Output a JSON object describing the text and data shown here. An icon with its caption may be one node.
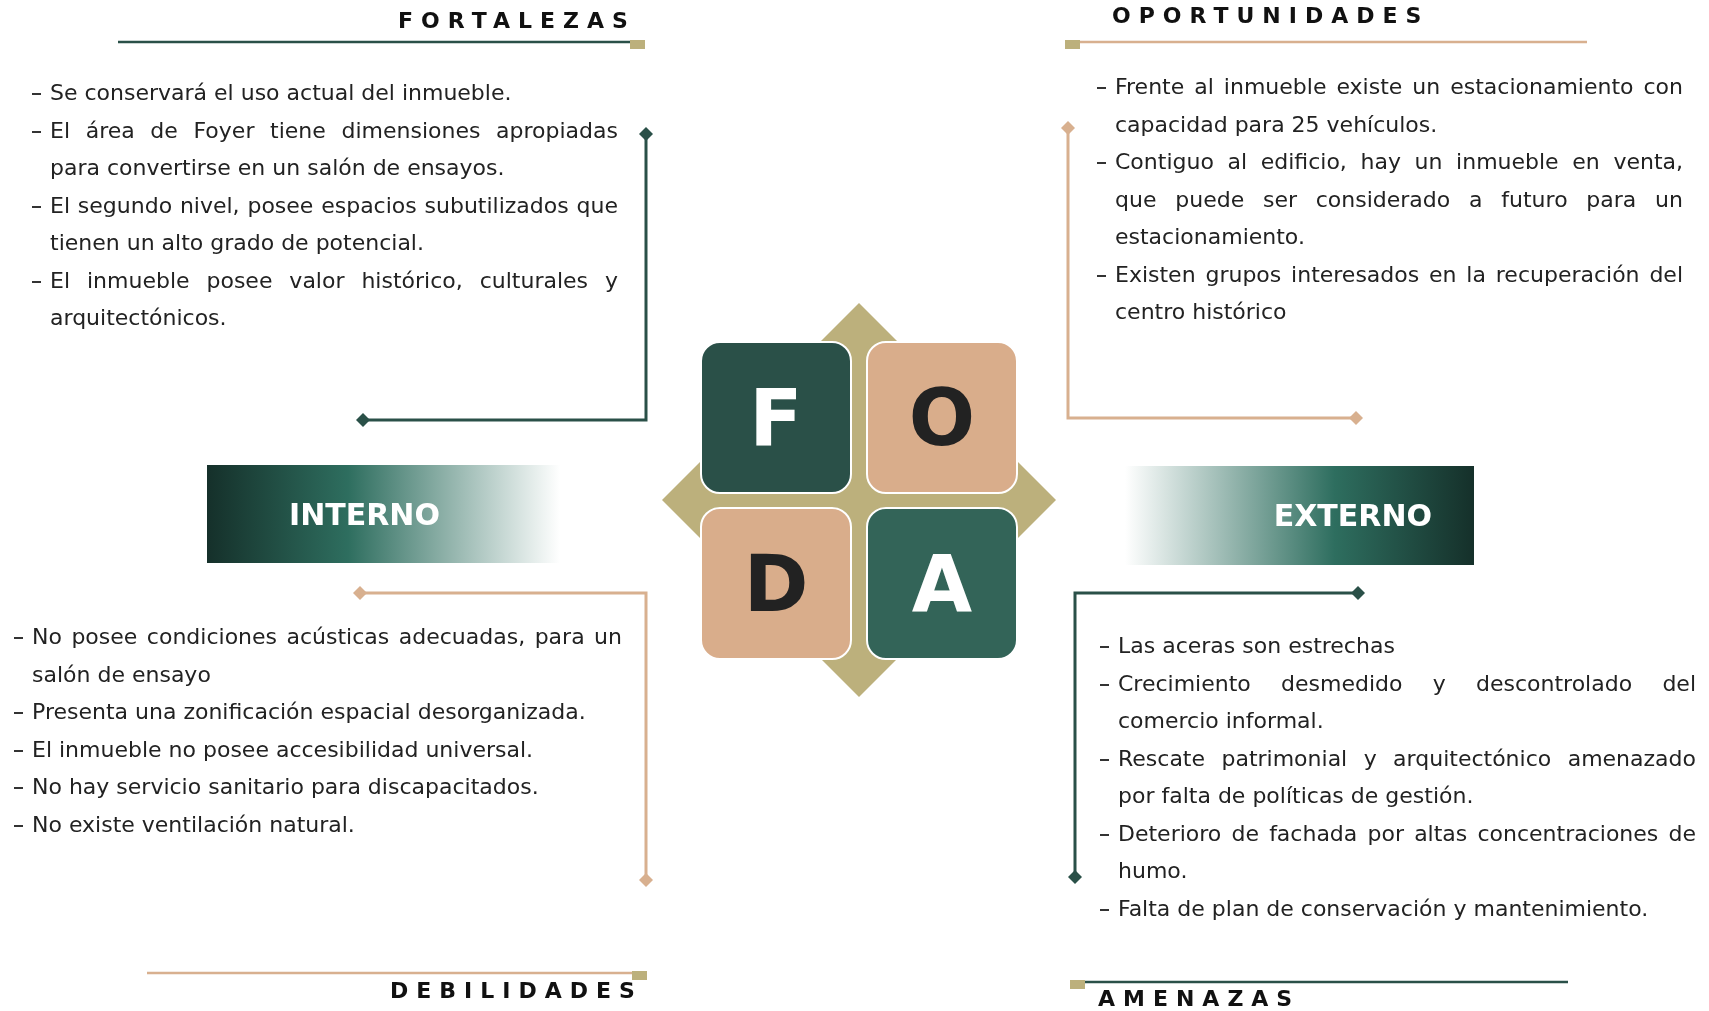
{
  "diagram": {
    "nodes": [
      {
        "text": [
          "F"
        ]
      },
      {
        "text": [
          "O"
        ]
      },
      {
        "text": [
          "D"
        ]
      },
      {
        "text": [
          "A"
        ]
      },
      {
        "text": [
          "INTERNO"
        ]
      },
      {
        "text": [
          "EXTERNO"
        ]
      }
    ],
    "labels": [
      "FORTALEZAS",
      "Se conservará el uso actual del inmueble.",
      "El área de Foyer tiene dimensiones apropiadas para convertirse en un salón de ensayos.",
      "El segundo nivel, posee espacios subutilizados que tienen un alto grado de potencial.",
      "El inmueble posee valor histórico, culturales y arquitectónicos.",
      "OPORTUNIDADES",
      "Frente al inmueble existe un estacionamiento con capacidad para 25 vehículos.",
      "Contiguo al edificio, hay un inmueble en venta, que puede ser considerado a futuro para un estacionamiento.",
      "Existen grupos interesados en la recuperación del centro histórico",
      "DEBILIDADES",
      "No posee condiciones acústicas adecuadas, para un salón de ensayo",
      "Presenta una zonificación espacial desorganizada.",
      "El inmueble no posee accesibilidad universal.",
      "No hay servicio sanitario para discapacitados.",
      "No existe ventilación natural.",
      "AMENAZAS",
      "Las aceras son estrechas",
      "Crecimiento desmedido y descontrolado del comercio informal.",
      "Rescate patrimonial y arquitectónico amenazado por falta de políticas de gestión.",
      "Deterioro de fachada por altas concentraciones de humo.",
      "Falta de plan de conservación y mantenimiento."
    ]
  }
}
